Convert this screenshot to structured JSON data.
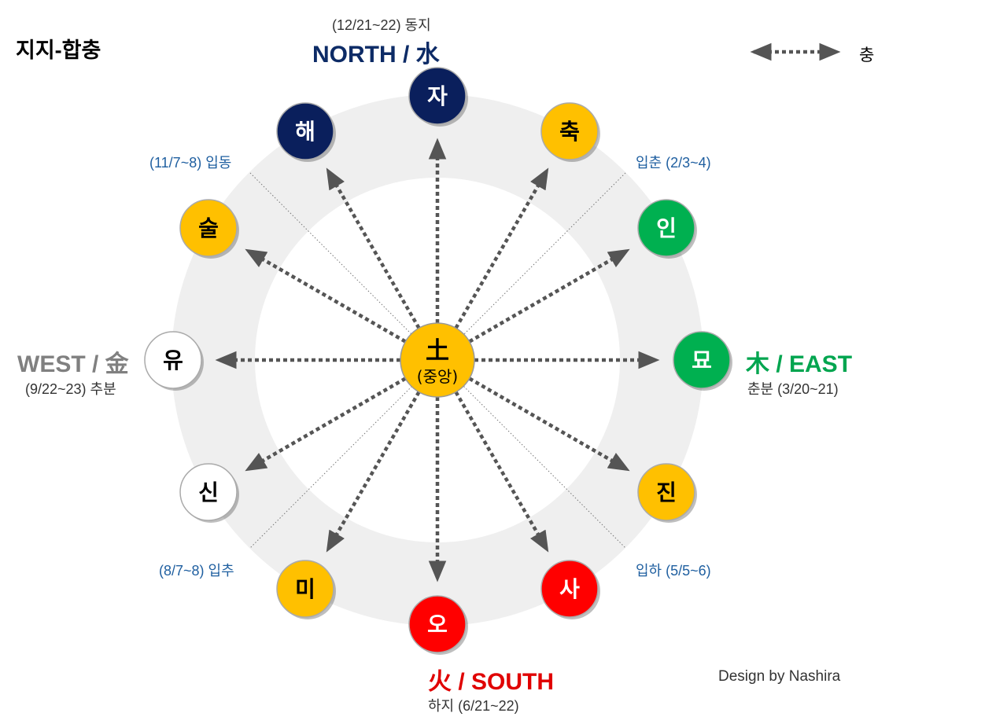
{
  "title": "지지-합충",
  "legend": {
    "label": "충"
  },
  "colors": {
    "water": "#0a1f5c",
    "earth": "#ffc000",
    "wood": "#00b050",
    "fire": "#ff0000",
    "metal": "#ffffff",
    "ring": "#efefef",
    "arrow": "#555555"
  },
  "center": {
    "symbol": "土",
    "label": "(중앙)"
  },
  "nodes": [
    {
      "label": "자",
      "element": "water"
    },
    {
      "label": "축",
      "element": "earth"
    },
    {
      "label": "인",
      "element": "wood"
    },
    {
      "label": "묘",
      "element": "wood"
    },
    {
      "label": "진",
      "element": "earth"
    },
    {
      "label": "사",
      "element": "fire"
    },
    {
      "label": "오",
      "element": "fire"
    },
    {
      "label": "미",
      "element": "earth"
    },
    {
      "label": "신",
      "element": "metal"
    },
    {
      "label": "유",
      "element": "metal"
    },
    {
      "label": "술",
      "element": "earth"
    },
    {
      "label": "해",
      "element": "water"
    }
  ],
  "directions": {
    "north": {
      "label": "NORTH / 水",
      "date": "(12/21~22) 동지",
      "color": "#0d2b66"
    },
    "east": {
      "label": "木 / EAST",
      "date": "춘분 (3/20~21)",
      "color": "#00a54f"
    },
    "south": {
      "label": "火 / SOUTH",
      "date": "하지 (6/21~22)",
      "color": "#e00000"
    },
    "west": {
      "label": "WEST / 金",
      "date": "(9/22~23) 추분",
      "color": "#808080"
    }
  },
  "seasons": {
    "ipdong": "(11/7~8) 입동",
    "ipchun": "입춘 (2/3~4)",
    "ipchu": "(8/7~8) 입추",
    "ipha": "입하 (5/5~6)"
  },
  "credit": "Design by Nashira"
}
